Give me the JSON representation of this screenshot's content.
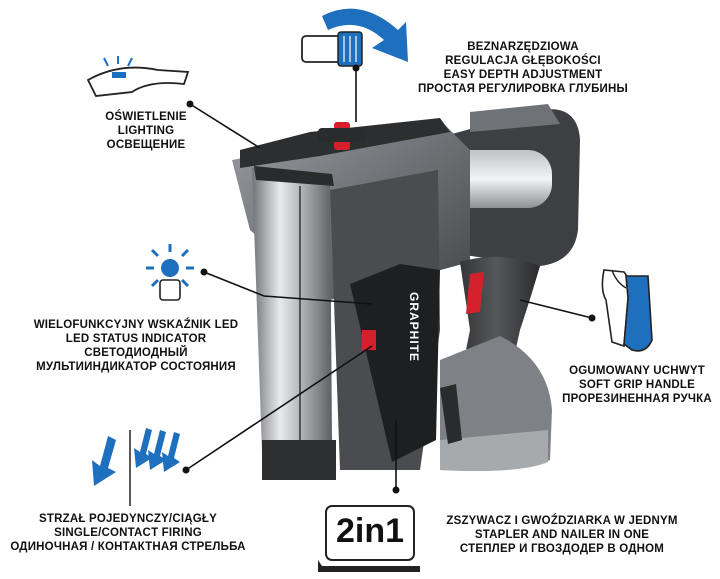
{
  "brand": "GRAPHITE",
  "badge": {
    "text": "2in1"
  },
  "callouts": {
    "depth": [
      "BEZNARZĘDZIOWA",
      "REGULACJA GŁĘBOKOŚCI",
      "EASY DEPTH ADJUSTMENT",
      "ПРОСТАЯ РЕГУЛИРОВКА ГЛУБИНЫ"
    ],
    "lighting": [
      "OŚWIETLENIE",
      "LIGHTING",
      "ОСВЕЩЕНИЕ"
    ],
    "led": [
      "WIELOFUNKCYJNY WSKAŹNIK LED",
      "LED STATUS INDICATOR",
      "СВЕТОДИОДНЫЙ",
      "МУЛЬТИИНДИКАТОР СОСТОЯНИЯ"
    ],
    "grip": [
      "OGUMOWANY UCHWYT",
      "SOFT GRIP HANDLE",
      "ПРОРЕЗИНЕННАЯ РУЧКА"
    ],
    "firing": [
      "STRZAŁ POJEDYNCZY/CIĄGŁY",
      "SINGLE/CONTACT FIRING",
      "ОДИНОЧНАЯ / КОНТАКТНАЯ СТРЕЛЬБА"
    ],
    "twoinone": [
      "ZSZYWACZ I GWOŹDZIARKA W JEDNYM",
      "STAPLER AND NAILER IN ONE",
      "СТЕПЛЕР И ГВОЗДОДЕР В ОДНОМ"
    ]
  },
  "colors": {
    "accent_blue": "#1f6fbf",
    "accent_red": "#d4202a",
    "body_dark": "#3a3b3d",
    "body_grey": "#8a8d91"
  }
}
